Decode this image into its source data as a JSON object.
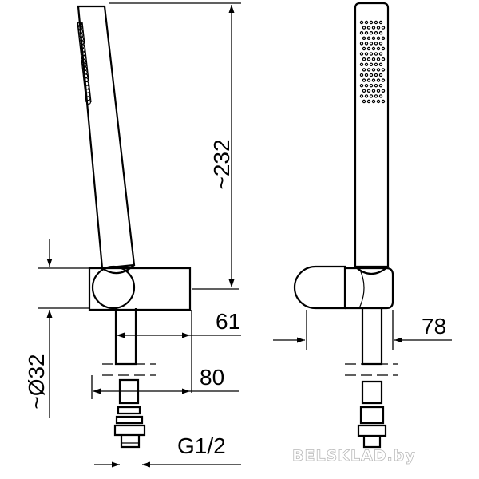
{
  "dimensions": {
    "height_total": "~232",
    "wall_depth": "61",
    "diameter": "~Ø32",
    "overall_depth": "80",
    "side_depth": "78",
    "thread": "G1/2"
  },
  "watermark": "BELSKLAD.by",
  "colors": {
    "line": "#000000",
    "background": "#ffffff",
    "watermark_fill": "#ffffff",
    "watermark_stroke": "#b9b9b9"
  }
}
